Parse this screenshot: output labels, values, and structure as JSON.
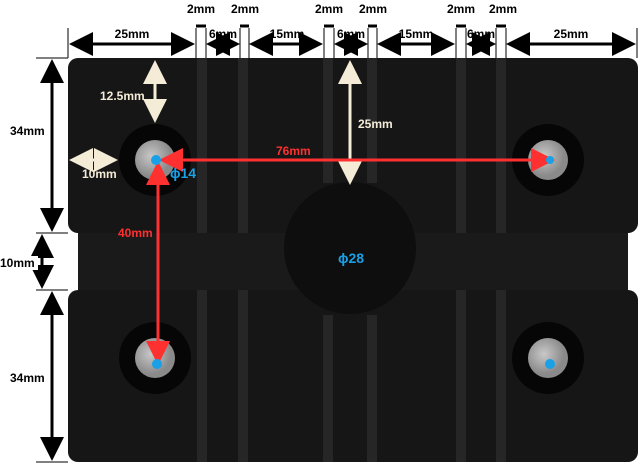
{
  "top_dimensions": {
    "left_margin": "25mm",
    "groove_widths": [
      "2mm",
      "2mm",
      "2mm",
      "2mm",
      "2mm",
      "2mm"
    ],
    "gap_a": "6mm",
    "span_a": "15mm",
    "gap_b": "6mm",
    "span_b": "15mm",
    "gap_c": "6mm",
    "right_margin": "25mm"
  },
  "side_dimensions": {
    "top_height": "34mm",
    "middle_gap": "10mm",
    "bottom_height": "34mm"
  },
  "inner_dimensions": {
    "hole_from_top": "12.5mm",
    "hole_from_side": "10mm",
    "dome_depth": "25mm",
    "hole_spacing_horizontal": "76mm",
    "hole_spacing_vertical": "40mm",
    "hole_diameter": "ϕ14",
    "dome_diameter": "ϕ28"
  },
  "colors": {
    "block": "#141414",
    "red": "#ff3030",
    "blue": "#1aa0e6",
    "cream": "#f5ecd8"
  }
}
